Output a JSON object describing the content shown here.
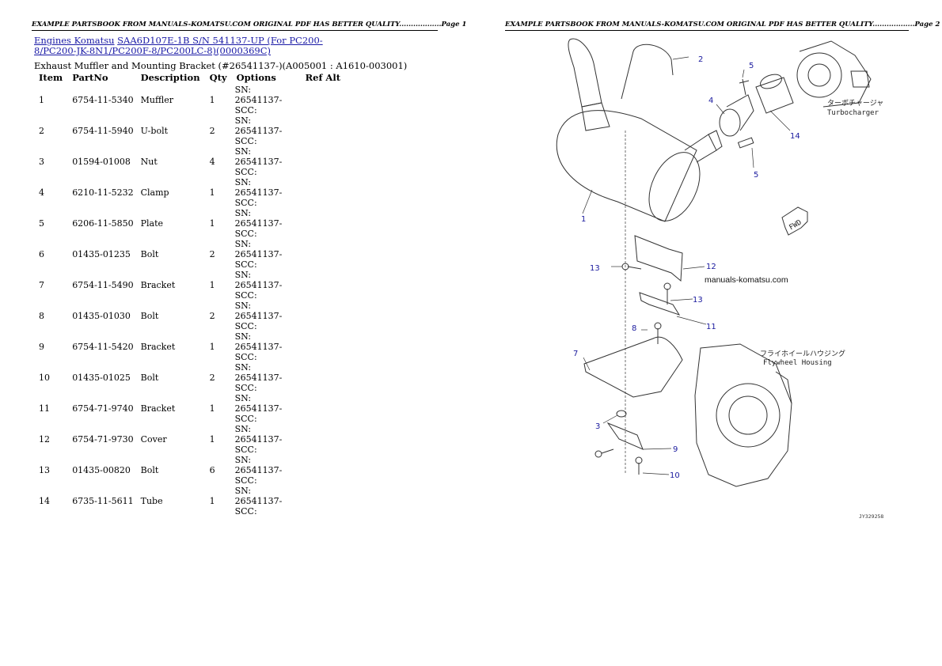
{
  "header": {
    "page1": "EXAMPLE PARTSBOOK FROM MANUALS-KOMATSU.COM ORIGINAL PDF HAS BETTER QUALITY..................Page 1",
    "page2": "EXAMPLE PARTSBOOK FROM MANUALS-KOMATSU.COM ORIGINAL PDF HAS BETTER QUALITY..................Page 2"
  },
  "breadcrumb": {
    "link1": "Engines Komatsu",
    "link2": "SAA6D107E-1B S/N 541137-UP (For PC200-8/PC200-JK-8N1/PC200F-8/PC200LC-8)(0000369C)"
  },
  "subtitle": "Exhaust Muffler and Mounting Bracket (#26541137-)(A005001 : A1610-003001)",
  "table": {
    "headers": [
      "Item",
      "PartNo",
      "Description",
      "Qty",
      "Options",
      "Ref Alt"
    ],
    "rows": [
      {
        "item": "1",
        "partno": "6754-11-5340",
        "desc": "Muffler",
        "qty": "1",
        "options": "SN: 26541137-SCC:",
        "ref": ""
      },
      {
        "item": "2",
        "partno": "6754-11-5940",
        "desc": "U-bolt",
        "qty": "2",
        "options": "SN: 26541137-SCC:",
        "ref": ""
      },
      {
        "item": "3",
        "partno": "01594-01008",
        "desc": "Nut",
        "qty": "4",
        "options": "SN: 26541137-SCC:",
        "ref": ""
      },
      {
        "item": "4",
        "partno": "6210-11-5232",
        "desc": "Clamp",
        "qty": "1",
        "options": "SN: 26541137-SCC:",
        "ref": ""
      },
      {
        "item": "5",
        "partno": "6206-11-5850",
        "desc": "Plate",
        "qty": "1",
        "options": "SN: 26541137-SCC:",
        "ref": ""
      },
      {
        "item": "6",
        "partno": "01435-01235",
        "desc": "Bolt",
        "qty": "2",
        "options": "SN: 26541137-SCC:",
        "ref": ""
      },
      {
        "item": "7",
        "partno": "6754-11-5490",
        "desc": "Bracket",
        "qty": "1",
        "options": "SN: 26541137-SCC:",
        "ref": ""
      },
      {
        "item": "8",
        "partno": "01435-01030",
        "desc": "Bolt",
        "qty": "2",
        "options": "SN: 26541137-SCC:",
        "ref": ""
      },
      {
        "item": "9",
        "partno": "6754-11-5420",
        "desc": "Bracket",
        "qty": "1",
        "options": "SN: 26541137-SCC:",
        "ref": ""
      },
      {
        "item": "10",
        "partno": "01435-01025",
        "desc": "Bolt",
        "qty": "2",
        "options": "SN: 26541137-SCC:",
        "ref": ""
      },
      {
        "item": "11",
        "partno": "6754-71-9740",
        "desc": "Bracket",
        "qty": "1",
        "options": "SN: 26541137-SCC:",
        "ref": ""
      },
      {
        "item": "12",
        "partno": "6754-71-9730",
        "desc": "Cover",
        "qty": "1",
        "options": "SN: 26541137-SCC:",
        "ref": ""
      },
      {
        "item": "13",
        "partno": "01435-00820",
        "desc": "Bolt",
        "qty": "6",
        "options": "SN: 26541137-SCC:",
        "ref": ""
      },
      {
        "item": "14",
        "partno": "6735-11-5611",
        "desc": "Tube",
        "qty": "1",
        "options": "SN: 26541137-SCC:",
        "ref": ""
      }
    ]
  },
  "diagram": {
    "callouts": [
      "1",
      "2",
      "3",
      "4",
      "5",
      "5",
      "7",
      "8",
      "9",
      "10",
      "11",
      "12",
      "13",
      "13",
      "14"
    ],
    "turbo_jp": "ターボチャージャ",
    "turbo_en": "Turbocharger",
    "flywheel_jp": "フライホイールハウジング",
    "flywheel_en": "Flywheel Housing",
    "fwd": "FWD",
    "watermark": "manuals-komatsu.com",
    "figure_code": "JY329258",
    "colors": {
      "callout": "#1a1a9e",
      "link": "#1a1aa6",
      "line": "#333333"
    }
  }
}
